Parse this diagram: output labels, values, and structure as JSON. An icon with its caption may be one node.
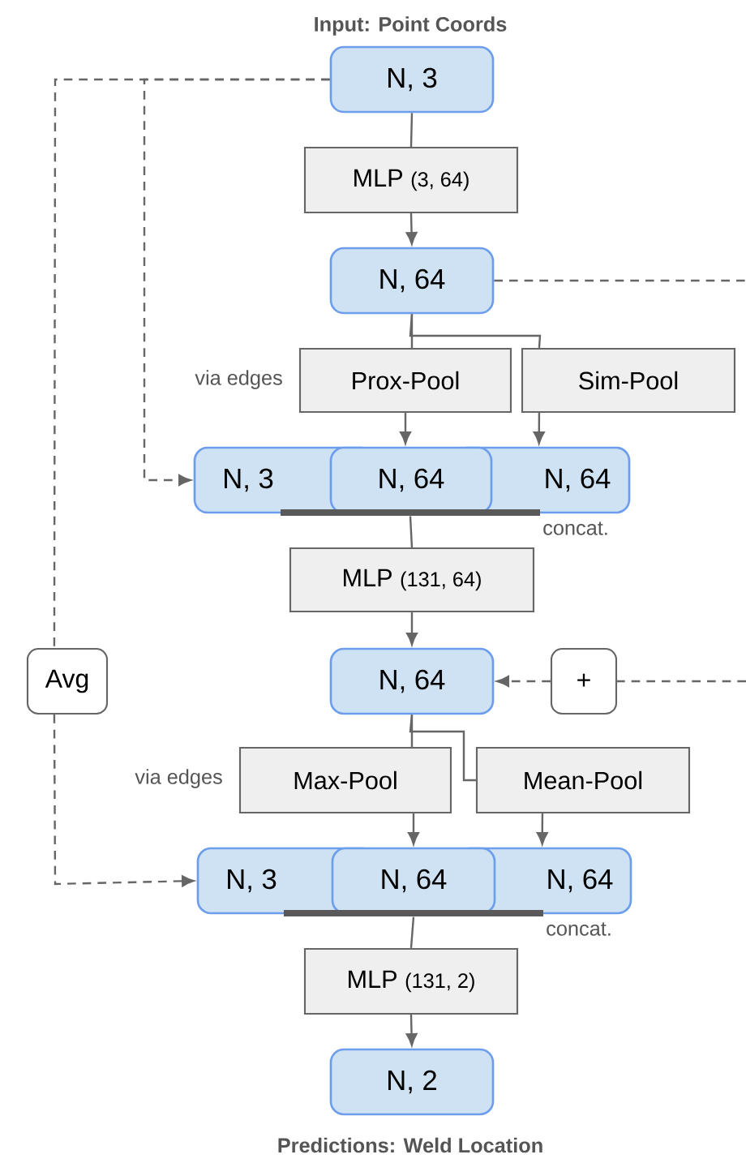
{
  "diagram": {
    "nodes": [
      {
        "text": [
          "N, 3"
        ],
        "beside": [
          "Input: Point Coords"
        ]
      },
      {
        "text": [
          "MLP",
          "(3, 64)"
        ]
      },
      {
        "text": [
          "N, 64"
        ]
      },
      {
        "text": [
          "Prox-Pool"
        ],
        "beside": [
          "via edges"
        ]
      },
      {
        "text": [
          "Sim-Pool"
        ]
      },
      {
        "text": [
          "N, 3"
        ]
      },
      {
        "text": [
          "N, 64"
        ]
      },
      {
        "text": [
          "N, 64"
        ]
      },
      {
        "text": [
          "MLP",
          "(131, 64)"
        ]
      },
      {
        "text": [
          "N, 64"
        ]
      },
      {
        "text": [
          "+"
        ]
      },
      {
        "text": [
          "Avg"
        ]
      },
      {
        "text": [
          "Max-Pool"
        ],
        "beside": [
          "via edges"
        ]
      },
      {
        "text": [
          "Mean-Pool"
        ]
      },
      {
        "text": [
          "N, 3"
        ]
      },
      {
        "text": [
          "N, 64"
        ]
      },
      {
        "text": [
          "N, 64"
        ]
      },
      {
        "text": [
          "MLP",
          "(131, 2)"
        ]
      },
      {
        "text": [
          "N, 2"
        ],
        "beside": [
          "Predictions: Weld Location"
        ]
      },
      {
        "text": [],
        "shape": "bar"
      },
      {
        "text": [],
        "shape": "bar"
      }
    ],
    "edges": [
      {
        "from": 0,
        "to": 1,
        "arrow": "none"
      },
      {
        "from": 1,
        "to": 2,
        "arrow": "to"
      },
      {
        "from": 2,
        "to": 3,
        "arrow": "none"
      },
      {
        "from": 2,
        "to": 4,
        "arrow": "none"
      },
      {
        "from": 3,
        "to": 6,
        "arrow": "to"
      },
      {
        "from": 4,
        "to": 7,
        "arrow": "to"
      },
      {
        "from": 0,
        "to": 5,
        "arrow": "to",
        "style": "dashed"
      },
      {
        "from": 0,
        "to": 11,
        "arrow": "none",
        "style": "dashed"
      },
      {
        "from": 2,
        "to": null,
        "arrow": "none",
        "style": "dashed"
      },
      {
        "from": null,
        "to": 10,
        "arrow": "none",
        "style": "dashed"
      },
      {
        "from": 10,
        "to": 9,
        "arrow": "to",
        "style": "dashed"
      },
      {
        "from": 19,
        "to": 8,
        "arrow": "none"
      },
      {
        "from": 8,
        "to": 9,
        "arrow": "to"
      },
      {
        "from": 9,
        "to": 12,
        "arrow": "none"
      },
      {
        "from": 9,
        "to": 13,
        "arrow": "none"
      },
      {
        "from": 12,
        "to": 15,
        "arrow": "to"
      },
      {
        "from": 13,
        "to": 16,
        "arrow": "to"
      },
      {
        "from": 11,
        "to": 14,
        "arrow": "to",
        "style": "dashed"
      },
      {
        "from": 20,
        "to": 17,
        "arrow": "none"
      },
      {
        "from": 17,
        "to": 18,
        "arrow": "to"
      }
    ],
    "labels": [
      "concat.",
      "concat."
    ]
  }
}
